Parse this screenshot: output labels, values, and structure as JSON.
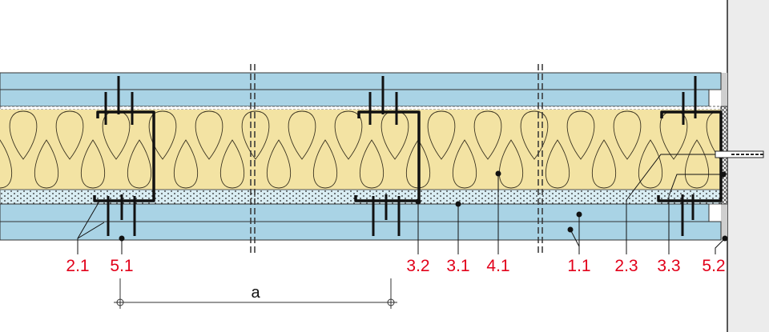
{
  "labels": {
    "l21": "2.1",
    "l51": "5.1",
    "l32": "3.2",
    "l31": "3.1",
    "l41": "4.1",
    "l11": "1.1",
    "l23": "2.3",
    "l33": "3.3",
    "l52": "5.2"
  },
  "dimension": {
    "label": "a"
  },
  "colors": {
    "board": "#a9d3e5",
    "insulation": "#f3e3a3",
    "dotted_layer": "#d9edf3",
    "label": "#e2001a",
    "wall": "#ececec"
  }
}
